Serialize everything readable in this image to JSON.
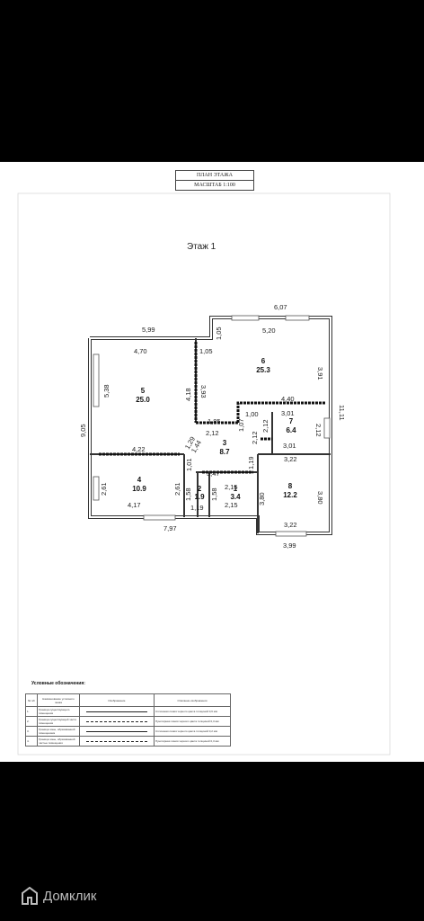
{
  "header": {
    "title": "ПЛАН ЭТАЖА",
    "scale": "МАСШТАБ 1:100"
  },
  "floor_title": "Этаж 1",
  "dimensions": {
    "d_607": "6,07",
    "d_520": "5,20",
    "d_599": "5,99",
    "d_105a": "1,05",
    "d_105b": "1,05",
    "d_470": "4,70",
    "d_391": "3,91",
    "d_538": "5,38",
    "d_418": "4,18",
    "d_393": "3,93",
    "d_440": "4,40",
    "d_905": "9,05",
    "d_1111": "11,11",
    "d_100": "1,00",
    "d_107": "1,07",
    "d_185": "1,85",
    "d_301a": "3,01",
    "d_212a": "2,12",
    "d_212b": "2,12",
    "d_212c": "2,12",
    "d_212d": "2,12",
    "d_129": "1,29",
    "d_144": "1,44",
    "d_301b": "3,01",
    "d_422": "4,22",
    "d_101": "1,01",
    "d_322a": "3,22",
    "d_119a": "1,19",
    "d_347": "3,47",
    "d_261a": "2,61",
    "d_261b": "2,61",
    "d_158a": "1,58",
    "d_158b": "1,58",
    "d_215a": "2,15",
    "d_380a": "3,80",
    "d_380b": "3,80",
    "d_417": "4,17",
    "d_119b": "1,19",
    "d_215b": "2,15",
    "d_797": "7,97",
    "d_322b": "3,22",
    "d_399": "3,99"
  },
  "rooms": [
    {
      "num": "5",
      "area": "25.0"
    },
    {
      "num": "6",
      "area": "25.3"
    },
    {
      "num": "7",
      "area": "6.4"
    },
    {
      "num": "3",
      "area": "8.7"
    },
    {
      "num": "4",
      "area": "10.9"
    },
    {
      "num": "2",
      "area": "1.9"
    },
    {
      "num": "1",
      "area": "3.4"
    },
    {
      "num": "8",
      "area": "12.2"
    }
  ],
  "legend": {
    "title": "Условные обозначения:",
    "headers": [
      "№ п/п",
      "Наименование условного знака",
      "Изображение",
      "Описание изображения"
    ],
    "rows": [
      {
        "n": "1.",
        "name": "Граница существующего помещения",
        "desc": "Сплошная линия черного цвета толщиной 0,6 мм"
      },
      {
        "n": "2.",
        "name": "Граница существующей части помещения",
        "desc": "Пунктирная линия черного цвета толщиной 0,3 мм"
      },
      {
        "n": "3.",
        "name": "Граница зоны, образованной помещением",
        "desc": "Сплошная линия черного цвета толщиной 0,2 мм"
      },
      {
        "n": "4.",
        "name": "Граница зоны, образованной частью помещения",
        "desc": "Пунктирная линия черного цвета толщиной 0,3 мм"
      }
    ]
  },
  "brand": {
    "name": "Домклик",
    "icon": "house-logo-icon"
  }
}
